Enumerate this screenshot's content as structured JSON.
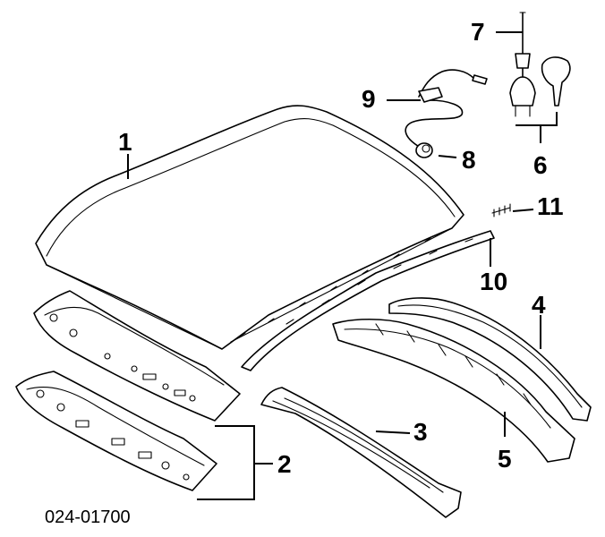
{
  "diagram": {
    "callouts": {
      "c1": "1",
      "c2": "2",
      "c3": "3",
      "c4": "4",
      "c5": "5",
      "c6": "6",
      "c7": "7",
      "c8": "8",
      "c9": "9",
      "c10": "10",
      "c11": "11"
    },
    "reference_code": "024-01700"
  }
}
